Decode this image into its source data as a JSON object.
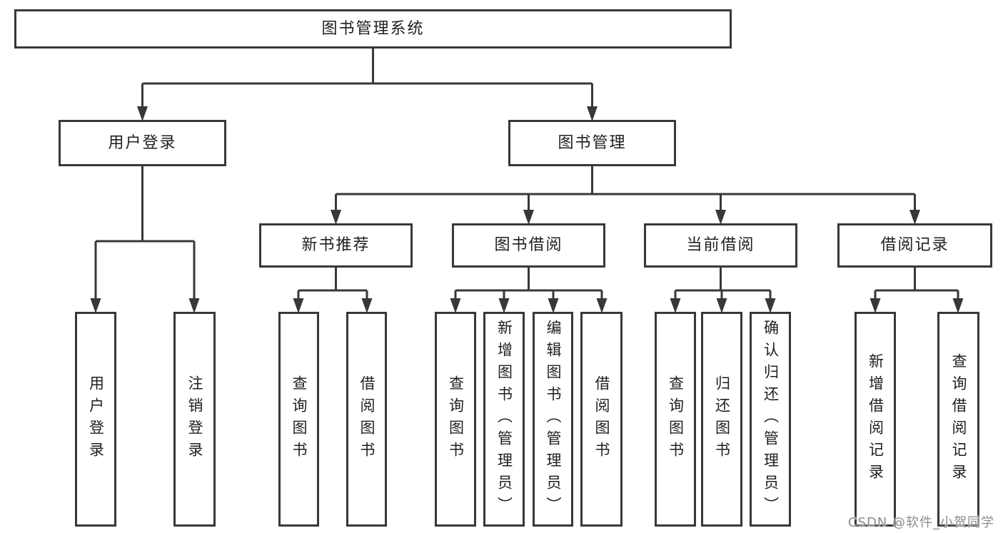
{
  "colors": {
    "line": "#383838",
    "border": "#383838",
    "text": "#1f1f1f",
    "background": "#ffffff",
    "watermark": "#8c8c8c"
  },
  "watermark": {
    "text": "CSDN @软件_小贺同学"
  },
  "tree": {
    "label": "图书管理系统",
    "children": [
      {
        "label": "用户登录",
        "children": [
          {
            "label": "用户登录"
          },
          {
            "label": "注销登录"
          }
        ]
      },
      {
        "label": "图书管理",
        "children": [
          {
            "label": "新书推荐",
            "children": [
              {
                "label": "查询图书"
              },
              {
                "label": "借阅图书"
              }
            ]
          },
          {
            "label": "图书借阅",
            "children": [
              {
                "label": "查询图书"
              },
              {
                "label": "新增图书（管理员）"
              },
              {
                "label": "编辑图书（管理员）"
              },
              {
                "label": "借阅图书"
              }
            ]
          },
          {
            "label": "当前借阅",
            "children": [
              {
                "label": "查询图书"
              },
              {
                "label": "归还图书"
              },
              {
                "label": "确认归还（管理员）"
              }
            ]
          },
          {
            "label": "借阅记录",
            "children": [
              {
                "label": "新增借阅记录"
              },
              {
                "label": "查询借阅记录"
              }
            ]
          }
        ]
      }
    ]
  }
}
